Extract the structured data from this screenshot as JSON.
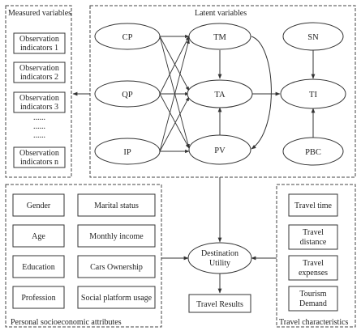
{
  "measured": {
    "title": "Measured variables",
    "indicators": [
      [
        "Observation",
        "indicators 1"
      ],
      [
        "Observation",
        "indicators 2"
      ],
      [
        "Observation",
        "indicators 3"
      ],
      [
        "Observation",
        "indicators n"
      ]
    ],
    "ellipsis": "......"
  },
  "latent": {
    "title": "Latent variables",
    "nodes": {
      "cp": "CP",
      "qp": "QP",
      "ip": "IP",
      "tm": "TM",
      "ta": "TA",
      "pv": "PV",
      "sn": "SN",
      "ti": "TI",
      "pbc": "PBC"
    }
  },
  "personal": {
    "title": "Personal socioeconomic attributes",
    "left": [
      "Gender",
      "Age",
      "Education",
      "Profession"
    ],
    "right": [
      "Marital status",
      "Monthly income",
      "Cars Ownership",
      "Social platform usage"
    ]
  },
  "utility": [
    "Destination",
    "Utility"
  ],
  "results": "Travel Results",
  "travel": {
    "title": "Travel characteristics",
    "items": [
      [
        "Travel time"
      ],
      [
        "Travel",
        "distance"
      ],
      [
        "Travel",
        "expenses"
      ],
      [
        "Tourism",
        "Demand"
      ]
    ]
  }
}
